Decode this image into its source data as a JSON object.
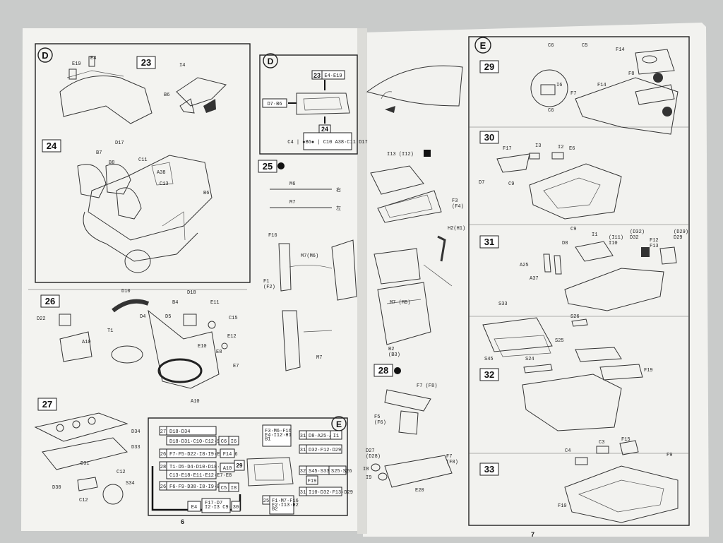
{
  "page_numbers": {
    "left": "6",
    "right": "7"
  },
  "sections": {
    "d": "D",
    "d_small": "D",
    "e": "E",
    "e_flow": "E"
  },
  "steps": {
    "s23": "23",
    "s24": "24",
    "s25": "25",
    "s26": "26",
    "s27": "27",
    "s28": "28",
    "s29": "29",
    "s30": "30",
    "s31": "31",
    "s32": "32",
    "s33": "33",
    "flow_23": "23",
    "flow_24": "24"
  },
  "parts": {
    "e4": "E4",
    "e19": "E19",
    "i4": "I4",
    "b6a": "B6",
    "b6b": "B6",
    "b7": "B7",
    "b8": "B8",
    "d17": "D17",
    "c11": "C11",
    "a38": "A38",
    "c13": "C13",
    "m6": "M6",
    "m7": "M7",
    "m6_jp": "右",
    "m7_jp": "左",
    "f16": "F16",
    "f1f2": "F1\n(F2)",
    "m7m6": "M7(M6)",
    "m7b": "M7",
    "i13": "I13 (I12)",
    "f3f4": "F3\n(F4)",
    "h2h1": "H2(H1)",
    "m7m8": "M7 (M8)",
    "b2b3": "B2\n(B3)",
    "f7f8": "F7 (F8)",
    "f5f6": "F5\n(F6)",
    "d27d28": "D27\n(D28)",
    "i8": "I8",
    "i9": "I9",
    "f7f8b": "F7\n(F8)",
    "e20": "E20",
    "d10": "D10",
    "d18": "D18",
    "b4": "B4",
    "e11": "E11",
    "c15": "C15",
    "d22": "D22",
    "d4": "D4",
    "d5": "D5",
    "t1": "T1",
    "a10": "A10",
    "a10b": "A10",
    "e10": "E10",
    "e12": "E12",
    "e8": "E8",
    "e7": "E7",
    "d34": "D34",
    "d33": "D33",
    "d31": "D31",
    "c12": "C12",
    "s34": "S34",
    "d30": "D30",
    "c12b": "C12",
    "c6": "C6",
    "c5": "C5",
    "f14": "F14",
    "f8": "F8",
    "f7": "F7",
    "f14b": "F14",
    "i6": "I6",
    "c6b": "C6",
    "f17": "F17",
    "i3": "I3",
    "i2": "I2",
    "e6": "E6",
    "d7": "D7",
    "c9": "C9",
    "c9b": "C9",
    "d8": "D8",
    "i1": "I1",
    "i10": "(I11)\nI10",
    "d32": "(D32)\nD32",
    "f12": "F12\nF13",
    "d29": "(D29)\nD29",
    "a25": "A25",
    "a37": "A37",
    "s33": "S33",
    "s26": "S26",
    "s25": "S25",
    "s45": "S45",
    "s24": "S24",
    "f19": "F19",
    "c4": "C4",
    "c3": "C3",
    "f15": "F15",
    "f9": "F9",
    "f10": "F10"
  },
  "flow_d": {
    "top_box": "E4·E19",
    "left_box": "D7·B6",
    "bottom_row": "C4 | ●B6● | C10 A38·C11 D17"
  },
  "flow_e": {
    "left_rows": [
      {
        "num": "27",
        "text": "D18·D34"
      },
      {
        "num": "",
        "text": "D18·D31·C10·C12·S34"
      },
      {
        "num": "26",
        "text": "F7·F5·D22·I8·I9·E35·E36"
      },
      {
        "num": "28",
        "text": "T1·D5·D4·D10·D18·B4"
      },
      {
        "num": "",
        "text": "C13·E18·E11·E12·E7·E8"
      },
      {
        "num": "26",
        "text": "F6·F9·D38·I8·I9·E36·E30"
      }
    ],
    "mid_cells": [
      "C6",
      "I6",
      "F14",
      "A10",
      "C5",
      "I8"
    ],
    "bottom_left": "E4",
    "bottom_mid": "F17·D7\nI2·I3  C9·C6",
    "bottom_num": "30",
    "center_num": "29",
    "right_rows": [
      {
        "num": "",
        "text": "F3·M6·F16\nF4·I12·H1\nB1"
      },
      {
        "num": "31",
        "text": "D8·A25·A37"
      },
      {
        "num": "",
        "text": "I1"
      },
      {
        "num": "31",
        "text": "D32·F12·D29"
      },
      {
        "num": "32",
        "text": "S45·S33·S24"
      },
      {
        "num": "",
        "text": "S25·S26"
      },
      {
        "num": "",
        "text": "F19"
      },
      {
        "num": "31",
        "text": "I10·D32·F13·D29"
      },
      {
        "num": "25",
        "text": "F1·M7·F16\nF2·I13·H2\nB2"
      }
    ]
  },
  "colors": {
    "paper": "#f4f4f1",
    "ink": "#1a1a1a",
    "background": "#cfd1d0"
  }
}
